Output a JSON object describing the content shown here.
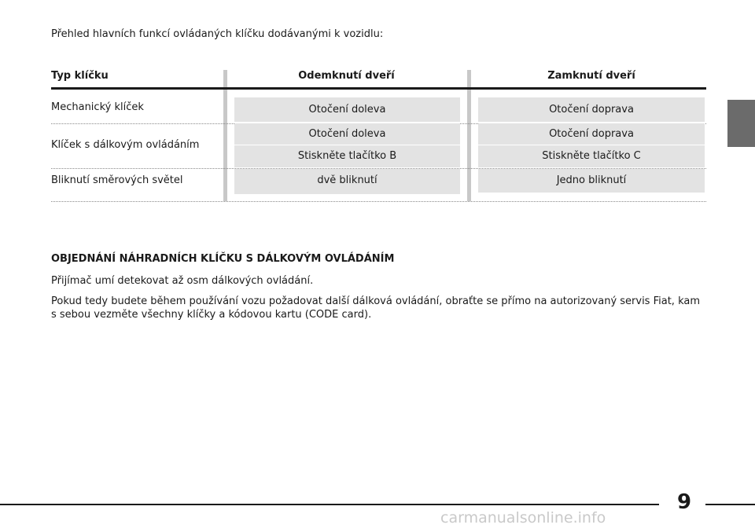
{
  "intro": "Přehled hlavních funkcí ovládaných klíčku dodávanými k vozidlu:",
  "table": {
    "headers": [
      "Typ klíčku",
      "Odemknutí dveří",
      "Zamknutí dveří"
    ],
    "rows": [
      {
        "label": "Mechanický klíček",
        "unlock": [
          "Otočení doleva"
        ],
        "lock": [
          "Otočení doprava"
        ]
      },
      {
        "label": "Klíček s dálkovým ovládáním",
        "unlock": [
          "Otočení doleva",
          "Stiskněte tlačítko B"
        ],
        "lock": [
          "Otočení doprava",
          "Stiskněte tlačítko C"
        ]
      },
      {
        "label": "Bliknutí směrových světel",
        "unlock": [
          "dvě bliknutí"
        ],
        "lock": [
          "Jedno bliknutí"
        ]
      }
    ]
  },
  "section": {
    "heading": "OBJEDNÁNÍ NÁHRADNÍCH KLÍČKU S DÁLKOVÝM OVLÁDÁNÍM",
    "paragraphs": [
      "Přijímač umí detekovat až osm dálkových ovládání.",
      "Pokud tedy budete během používání vozu požadovat další dálková ovládání, obraťte se přímo na autorizovaný servis Fiat, kam s sebou vezměte všechny klíčky a kódovou kartu (CODE card)."
    ]
  },
  "page_number": "9",
  "watermark": "carmanualsonline.info"
}
